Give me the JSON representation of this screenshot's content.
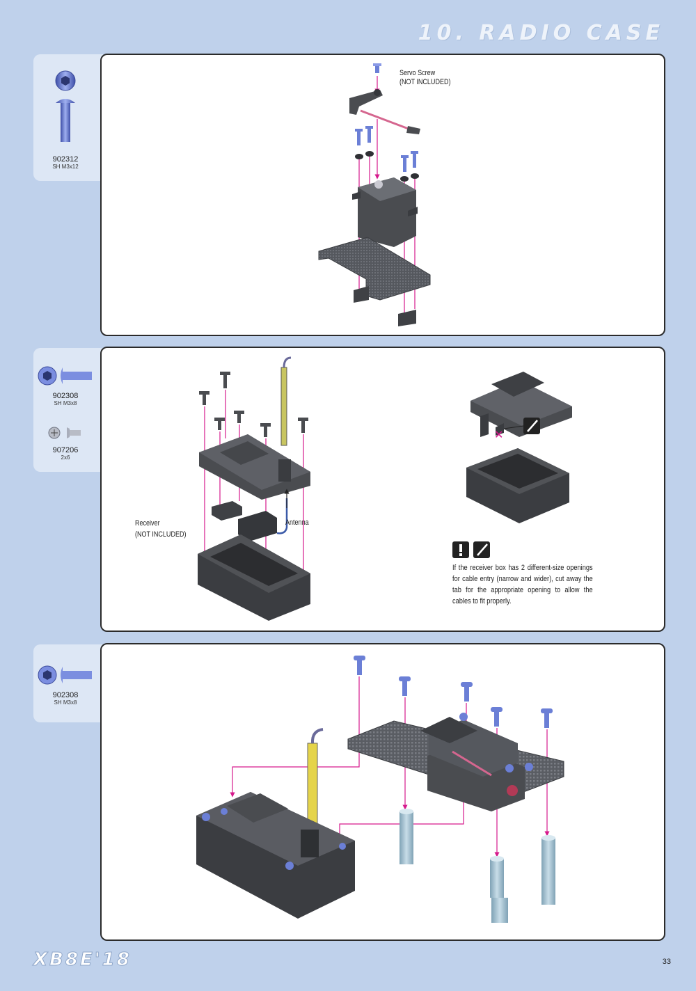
{
  "header": {
    "title": "10. RADIO CASE"
  },
  "steps": [
    {
      "parts": [
        {
          "code": "902312",
          "size": "SH M3x12",
          "icon": "screw-icon"
        }
      ],
      "callouts": {
        "servo_screw": "Servo Screw",
        "servo_screw_note": "(NOT INCLUDED)"
      }
    },
    {
      "parts": [
        {
          "code": "902308",
          "size": "SH M3x8",
          "icon": "screw-icon"
        },
        {
          "code": "907206",
          "size": "2x6",
          "icon": "screw-icon"
        }
      ],
      "callouts": {
        "receiver": "Receiver",
        "receiver_note": "(NOT INCLUDED)",
        "antenna": "Antenna",
        "tip": "If the receiver box has 2 different-size openings for cable entry (narrow and wider), cut away the tab for the appropriate opening to allow the cables to fit properly."
      }
    },
    {
      "parts": [
        {
          "code": "902308",
          "size": "SH M3x8",
          "icon": "screw-icon"
        }
      ]
    }
  ],
  "footer": {
    "brand": "XB8E'18",
    "page_number": "33"
  },
  "colors": {
    "background": "#bfd1eb",
    "arrow": "#d6198c",
    "screw": "#6b7fd6",
    "part_dark": "#4a4c50"
  }
}
